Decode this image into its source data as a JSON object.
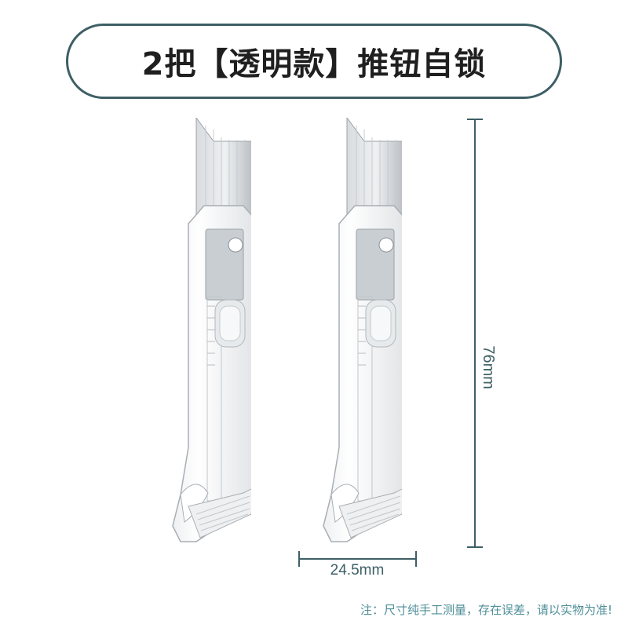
{
  "title": "2把【透明款】推钮自锁",
  "dimensions": {
    "height_label": "76mm",
    "width_label": "24.5mm"
  },
  "note": "注：尺寸纯手工测量，存在误差，请以实物为准!",
  "colors": {
    "accent": "#3d5f65",
    "note_text": "#4f8f98",
    "background": "#ffffff"
  }
}
